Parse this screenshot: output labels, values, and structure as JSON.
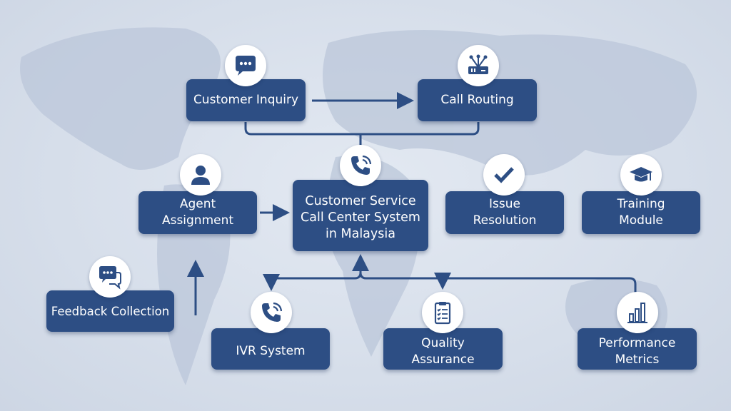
{
  "title": "Customer Service Call Center System in Malaysia",
  "colors": {
    "box": "#2d4e84",
    "line": "#2d4e84",
    "background": "#dce3ee"
  },
  "nodes": {
    "center": {
      "label_lines": [
        "Customer Service",
        "Call Center System",
        "in Malaysia"
      ],
      "icon": "phone-icon"
    },
    "customer_inquiry": {
      "label": "Customer Inquiry",
      "icon": "chat-bubble-icon"
    },
    "call_routing": {
      "label": "Call Routing",
      "icon": "router-icon"
    },
    "agent_assignment": {
      "label_lines": [
        "Agent",
        "Assignment"
      ],
      "icon": "user-icon"
    },
    "issue_resolution": {
      "label_lines": [
        "Issue",
        "Resolution"
      ],
      "icon": "checkmark-icon"
    },
    "training_module": {
      "label_lines": [
        "Training",
        "Module"
      ],
      "icon": "graduation-cap-icon"
    },
    "feedback_collection": {
      "label": "Feedback Collection",
      "icon": "chat-bubbles-icon"
    },
    "ivr_system": {
      "label": "IVR System",
      "icon": "phone-icon"
    },
    "quality_assurance": {
      "label_lines": [
        "Quality",
        "Assurance"
      ],
      "icon": "clipboard-checklist-icon"
    },
    "performance_metrics": {
      "label_lines": [
        "Performance",
        "Metrics"
      ],
      "icon": "bar-chart-icon"
    }
  }
}
